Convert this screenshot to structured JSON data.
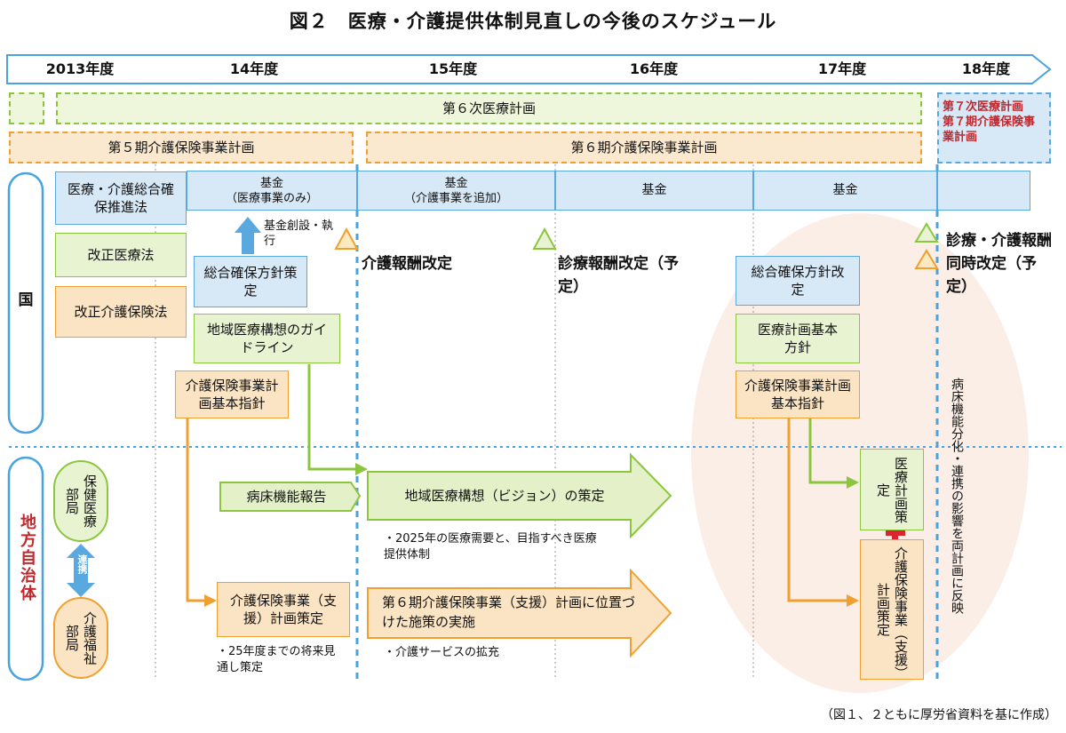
{
  "title": "図２　医療・介護提供体制見直しの今後のスケジュール",
  "years": [
    "2013年度",
    "14年度",
    "15年度",
    "16年度",
    "17年度",
    "18年度"
  ],
  "plans": {
    "medical6": "第６次医療計画",
    "medical7": "第７次医療計画",
    "care5": "第５期介護保険事業計画",
    "care6": "第６期介護保険事業計画",
    "care7": "第７期介護保険事業計画"
  },
  "funds": {
    "f14": {
      "line1": "基金",
      "line2": "（医療事業のみ）"
    },
    "f15": {
      "line1": "基金",
      "line2": "（介護事業を追加）"
    },
    "f16": "基金",
    "f17": "基金"
  },
  "rows": {
    "national": "国",
    "local": "地方自治体"
  },
  "national": {
    "law_promote": "医療・介護総合確保推進法",
    "law_medical": "改正医療法",
    "law_care": "改正介護保険法",
    "fund_note": "基金創設・執行",
    "policy14": "総合確保方針策定",
    "guideline": "地域医療構想のガイドライン",
    "care_guide14": "介護保険事業計画基本指針",
    "care_revision": "介護報酬改定",
    "medical_revision": "診療報酬改定（予定）",
    "policy17": "総合確保方針改定",
    "med_basic17": "医療計画基本方針",
    "care_guide17": "介護保険事業計画基本指針",
    "joint_revision": "診療・介護報酬同時改定（予定）"
  },
  "local": {
    "health_dept": "保健医療部局",
    "welfare_dept": "介護福祉部局",
    "link": "連携",
    "bed_report": "病床機能報告",
    "vision": "地域医療構想（ビジョン）の策定",
    "vision_note": "・2025年の医療需要と、目指すべき医療提供体制",
    "care_plan_local": "介護保険事業（支援）計画策定",
    "care_plan_note": "・25年度までの将来見通し策定",
    "care6_impl": "第６期介護保険事業（支援）計画に位置づけた施策の実施",
    "care6_note": "・介護サービスの拡充",
    "med_plan": "医療計画策定",
    "care_plan18": "介護保険事業（支援）計画策定",
    "reflect": "病床機能分化・連携の影響を両計画に反映"
  },
  "source": "（図１、２ともに厚労省資料を基に作成）"
}
